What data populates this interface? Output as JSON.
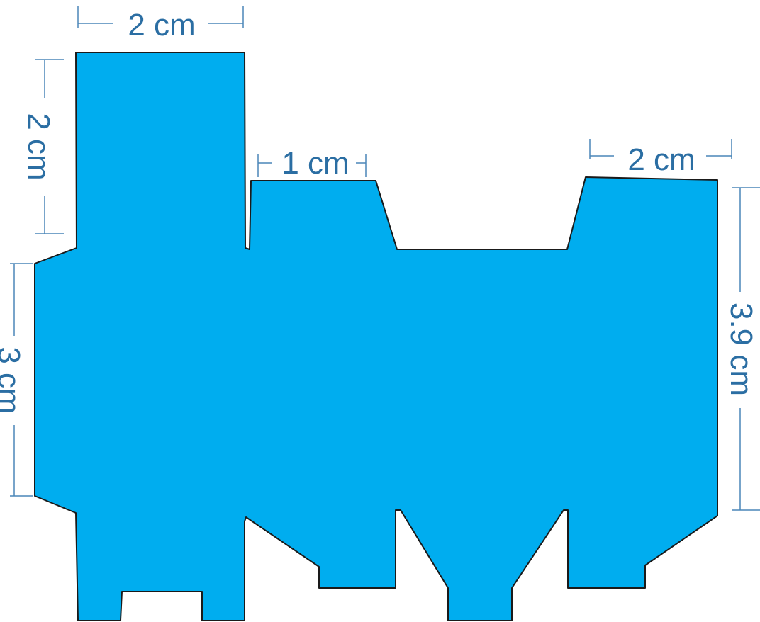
{
  "diagram": {
    "net_color": "#00adef",
    "outline_color": "#1a1a1a",
    "dimension_color": "#2b6ea3",
    "labels": {
      "top_left_width": "2 cm",
      "left_flap_height": "2 cm",
      "middle_tab_width": "1 cm",
      "right_top_width": "2 cm",
      "left_body_height": "3 cm",
      "right_body_height": "3.9 cm"
    }
  }
}
